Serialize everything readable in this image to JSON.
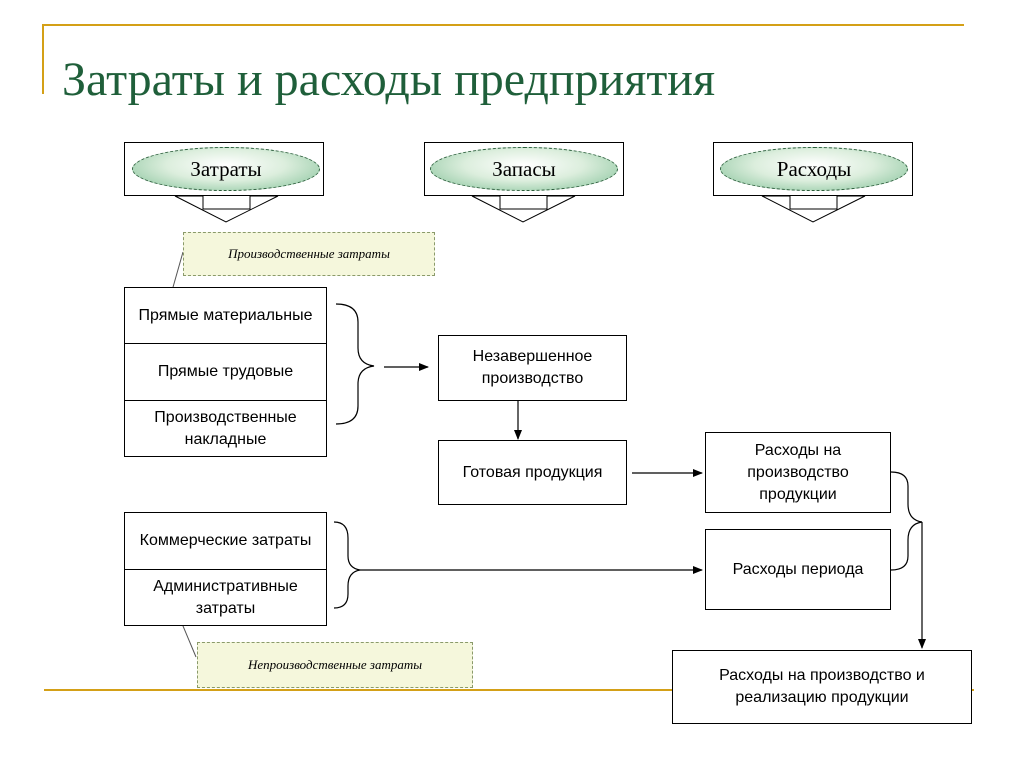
{
  "title": "Затраты и расходы предприятия",
  "headers": {
    "zatraty": "Затраты",
    "zapasy": "Запасы",
    "raskhody": "Расходы"
  },
  "notes": {
    "production": "Производственные затраты",
    "nonproduction": "Непроизводственные затраты"
  },
  "production_costs": {
    "direct_material": "Прямые материальные",
    "direct_labor": "Прямые трудовые",
    "overhead": "Производственные накладные"
  },
  "nonproduction_costs": {
    "commercial": "Коммерческие затраты",
    "administrative": "Административные затраты"
  },
  "inventory": {
    "wip": "Незавершенное производство",
    "finished": "Готовая продукция"
  },
  "expenses": {
    "production": "Расходы на производство продукции",
    "period": "Расходы периода",
    "total": "Расходы на производство и реализацию продукции"
  },
  "colors": {
    "title": "#1f5f3a",
    "frame": "#d4a017",
    "note_bg": "#f5f7dc",
    "oval": "#7fbf95"
  }
}
